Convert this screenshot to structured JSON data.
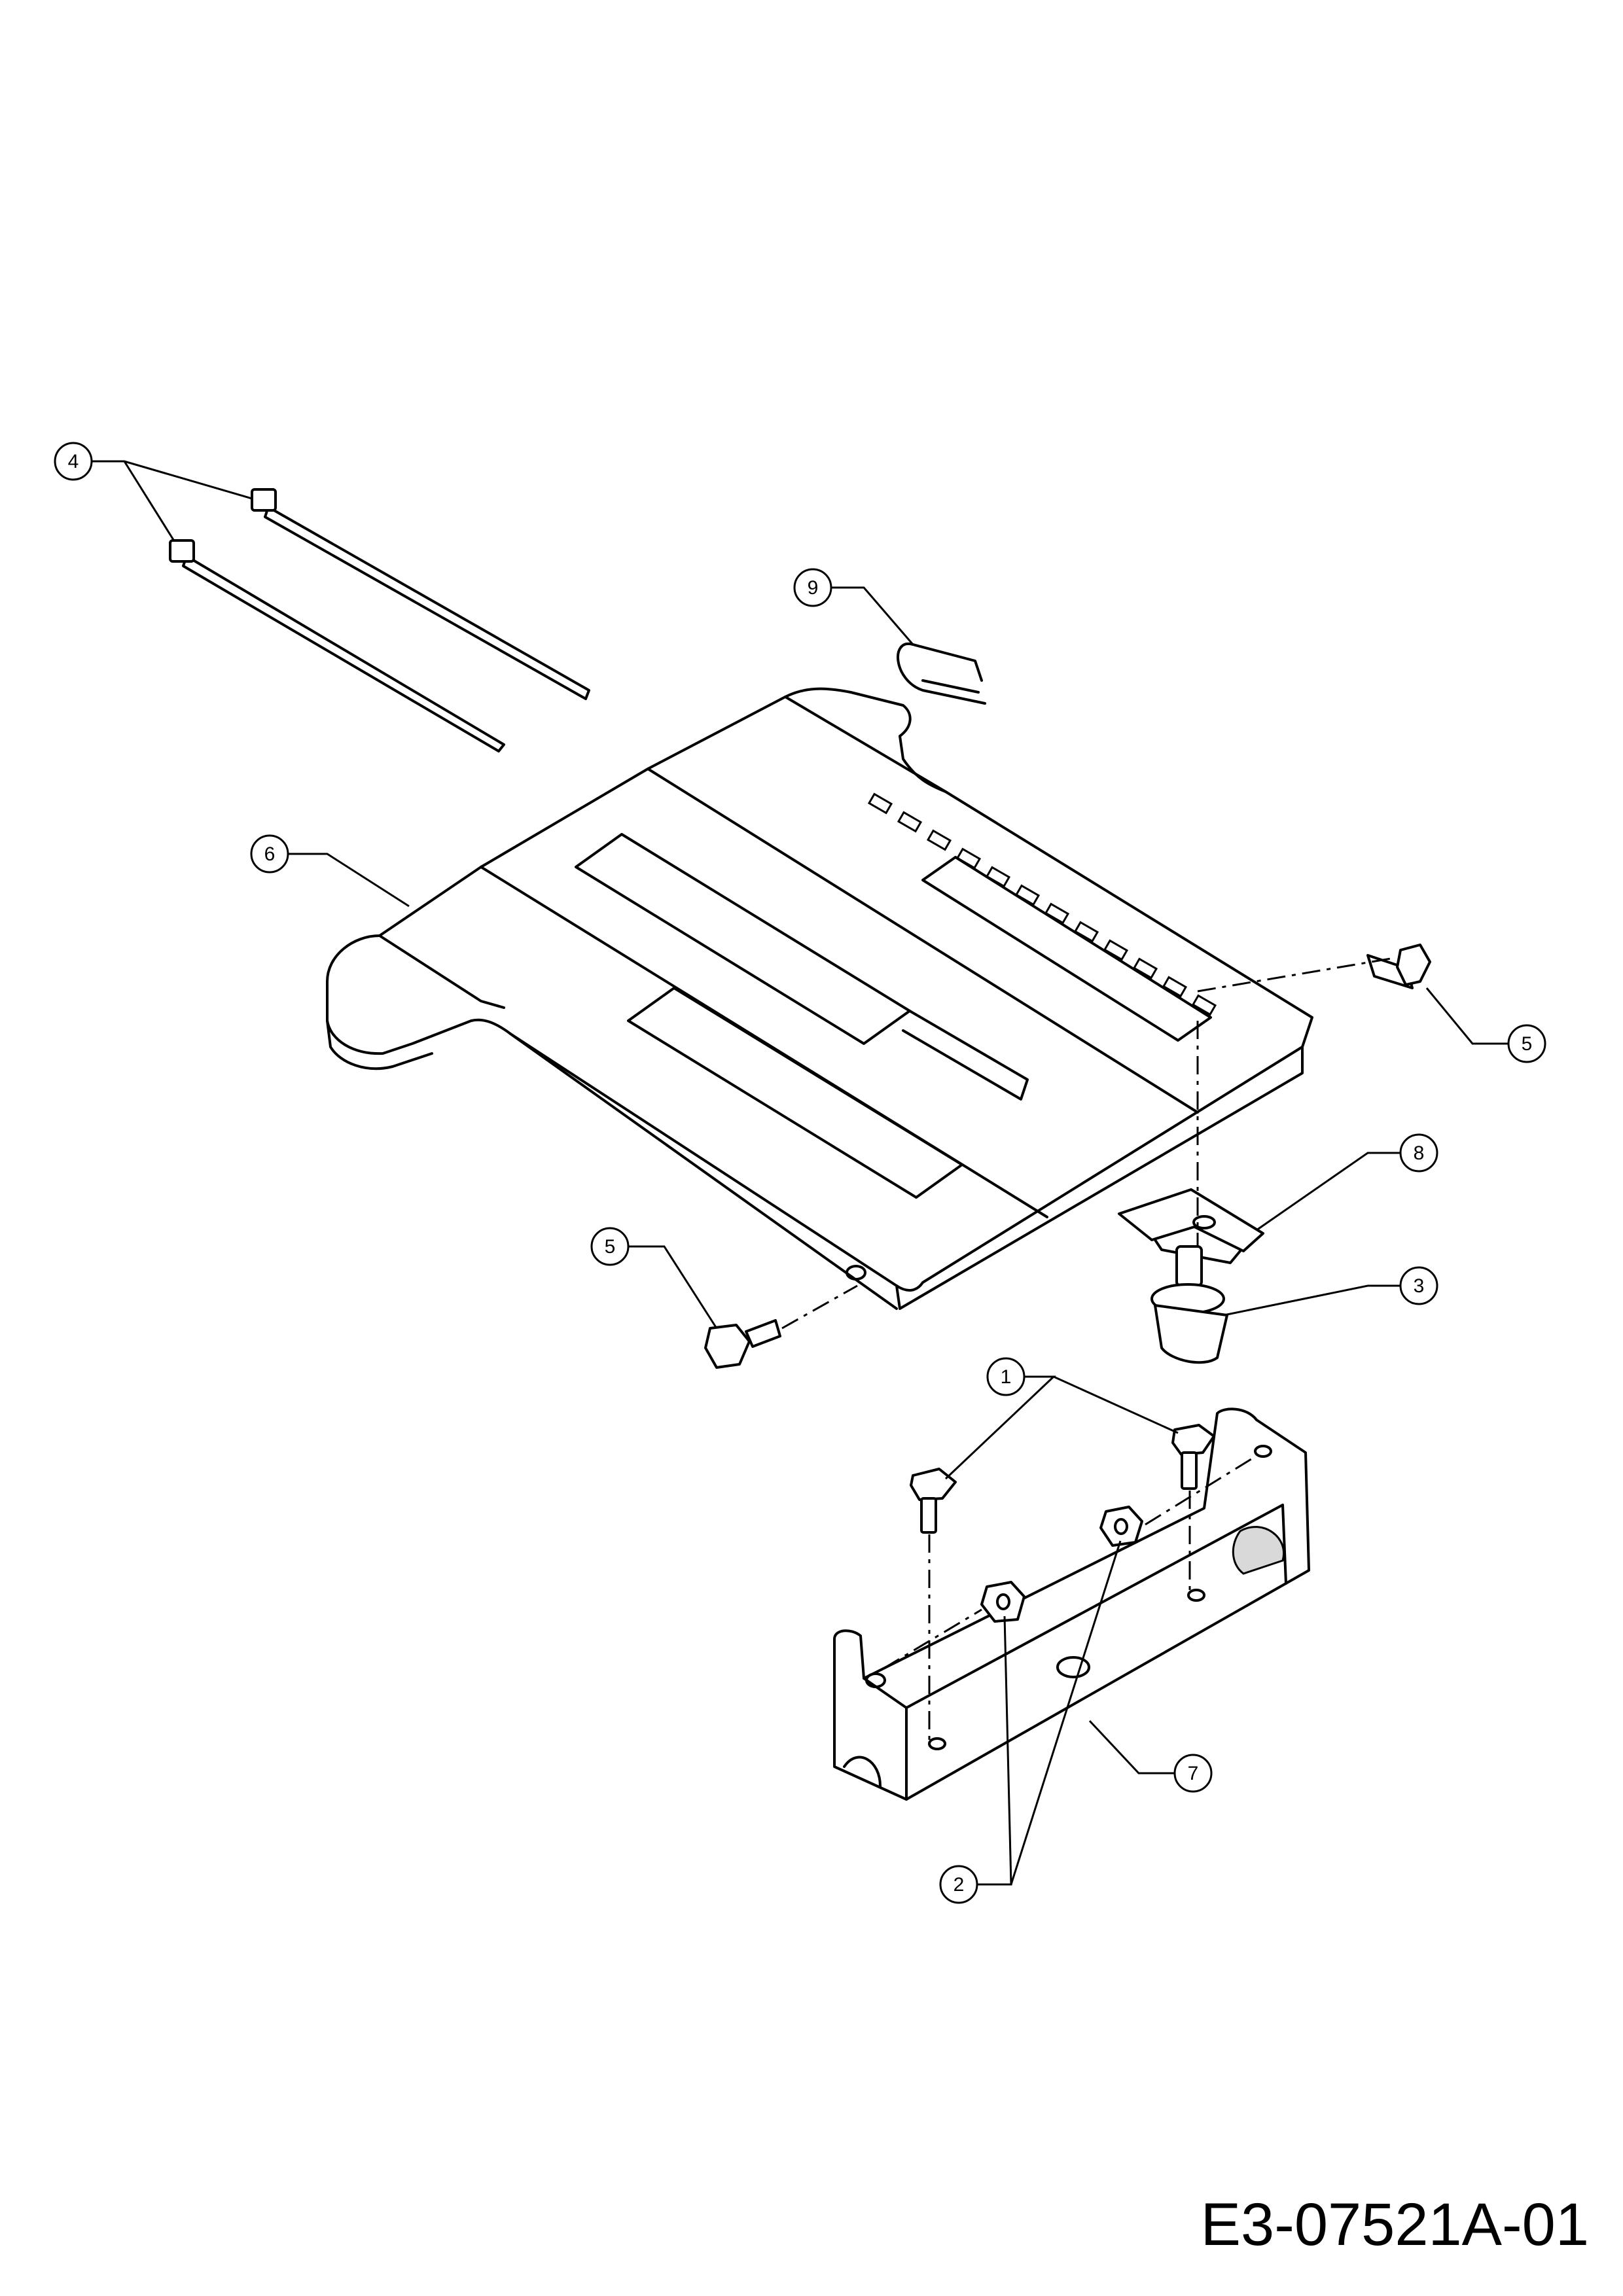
{
  "drawing_number": "E3-07521A-01",
  "callouts": [
    "1",
    "2",
    "3",
    "4",
    "5",
    "5",
    "6",
    "7",
    "8",
    "9"
  ]
}
